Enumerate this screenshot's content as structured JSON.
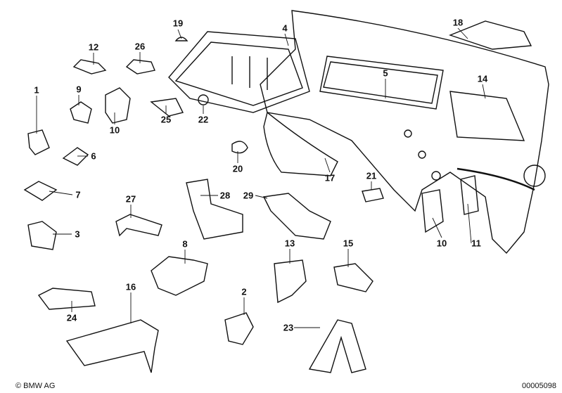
{
  "labels": [
    "19",
    "4",
    "18",
    "12",
    "26",
    "5",
    "14",
    "1",
    "9",
    "10",
    "25",
    "22",
    "6",
    "20",
    "17",
    "21",
    "7",
    "27",
    "28",
    "29",
    "3",
    "10",
    "11",
    "8",
    "13",
    "15",
    "16",
    "2",
    "24",
    "23"
  ],
  "footer": {
    "copyright": "BMW AG",
    "copyright_symbol": "©",
    "image_number": "00005098"
  }
}
